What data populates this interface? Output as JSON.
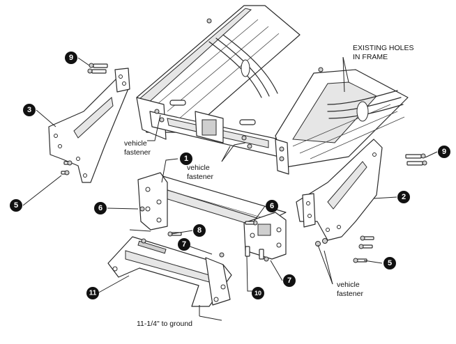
{
  "labels": {
    "existing_holes_line1": "EXISTING HOLES",
    "existing_holes_line2": "IN FRAME",
    "vehicle_fastener_left_1": "vehicle",
    "vehicle_fastener_left_2": "fastener",
    "vehicle_fastener_center_1": "vehicle",
    "vehicle_fastener_center_2": "fastener",
    "vehicle_fastener_right_1": "vehicle",
    "vehicle_fastener_right_2": "fastener",
    "ground_clearance": "11-1/4\" to ground"
  },
  "callouts": [
    {
      "id": "c1",
      "number": "1"
    },
    {
      "id": "c2",
      "number": "2"
    },
    {
      "id": "c3",
      "number": "3"
    },
    {
      "id": "c5a",
      "number": "5"
    },
    {
      "id": "c5b",
      "number": "5"
    },
    {
      "id": "c6a",
      "number": "6"
    },
    {
      "id": "c6b",
      "number": "6"
    },
    {
      "id": "c7a",
      "number": "7"
    },
    {
      "id": "c7b",
      "number": "7"
    },
    {
      "id": "c8",
      "number": "8"
    },
    {
      "id": "c9a",
      "number": "9"
    },
    {
      "id": "c9b",
      "number": "9"
    },
    {
      "id": "c10",
      "number": "10"
    },
    {
      "id": "c11",
      "number": "11"
    }
  ],
  "colors": {
    "line": "#2a2a2a",
    "bubble": "#111111",
    "background": "#ffffff"
  }
}
